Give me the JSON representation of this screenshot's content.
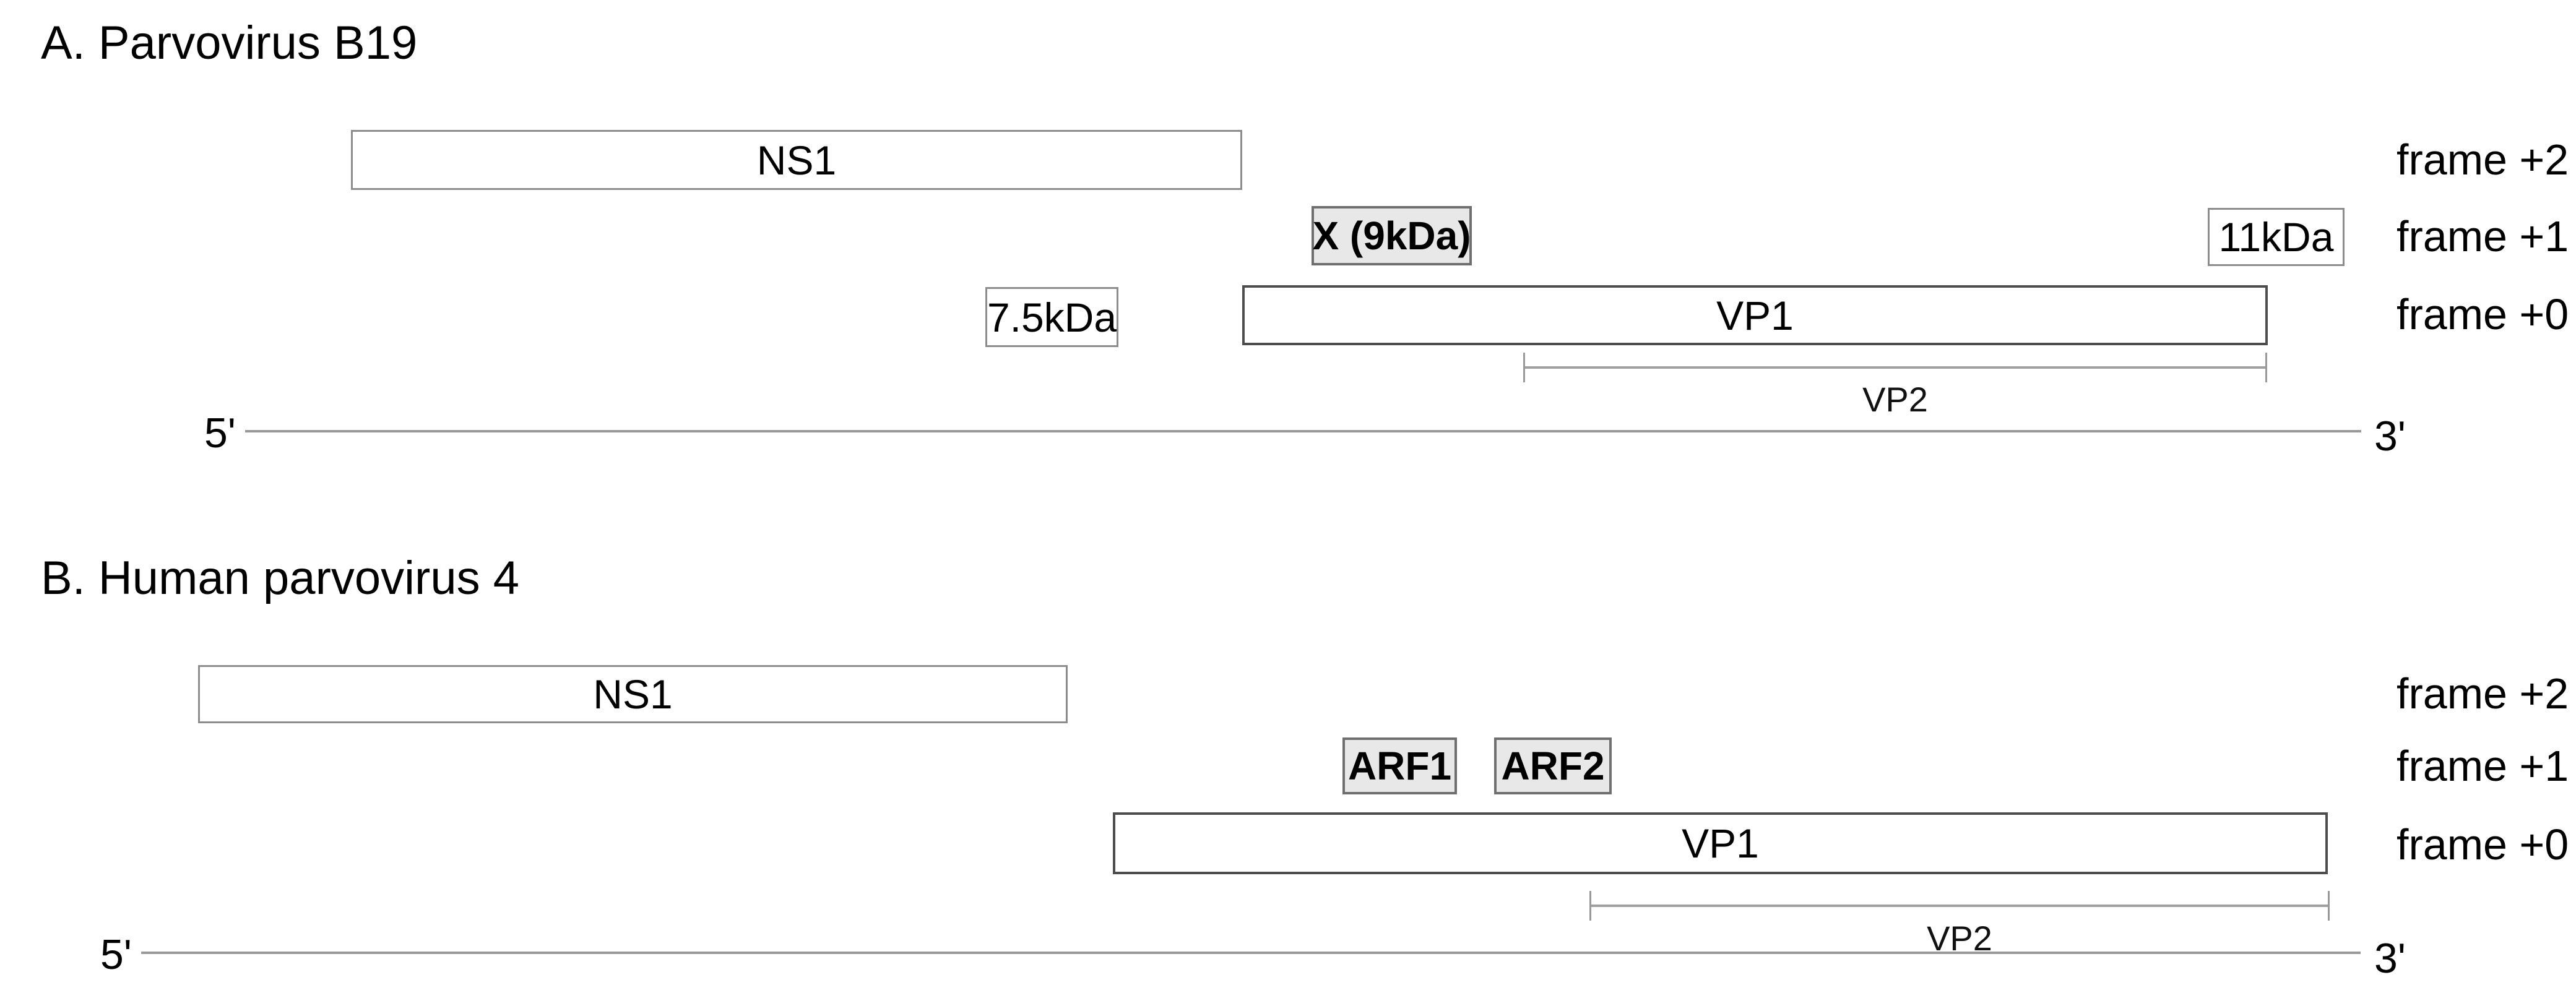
{
  "figure": {
    "background": "#ffffff",
    "colors": {
      "highlight_box_fill": "#e8e8e8",
      "box_border_gray": "#8c8c8c",
      "box_border_dark": "#4d4d4d",
      "bracket_line_gray": "#999999",
      "text": "#000000"
    },
    "panel_a": {
      "title": "A. Parvovirus B19",
      "frame_plus2": "frame +2",
      "frame_plus1": "frame +1",
      "frame_plus0": "frame +0",
      "ns1_label": "NS1",
      "x_label": "X (9kDa)",
      "kda11_label": "11kDa",
      "kda75_label": "7.5kDa",
      "vp1_label": "VP1",
      "vp2_label": "VP2",
      "five_prime": "5'",
      "three_prime": "3'"
    },
    "panel_b": {
      "title": "B. Human parvovirus 4",
      "frame_plus2": "frame +2",
      "frame_plus1": "frame +1",
      "frame_plus0": "frame +0",
      "ns1_label": "NS1",
      "arf1_label": "ARF1",
      "arf2_label": "ARF2",
      "vp1_label": "VP1",
      "vp2_label": "VP2",
      "five_prime": "5'",
      "three_prime": "3'"
    }
  }
}
